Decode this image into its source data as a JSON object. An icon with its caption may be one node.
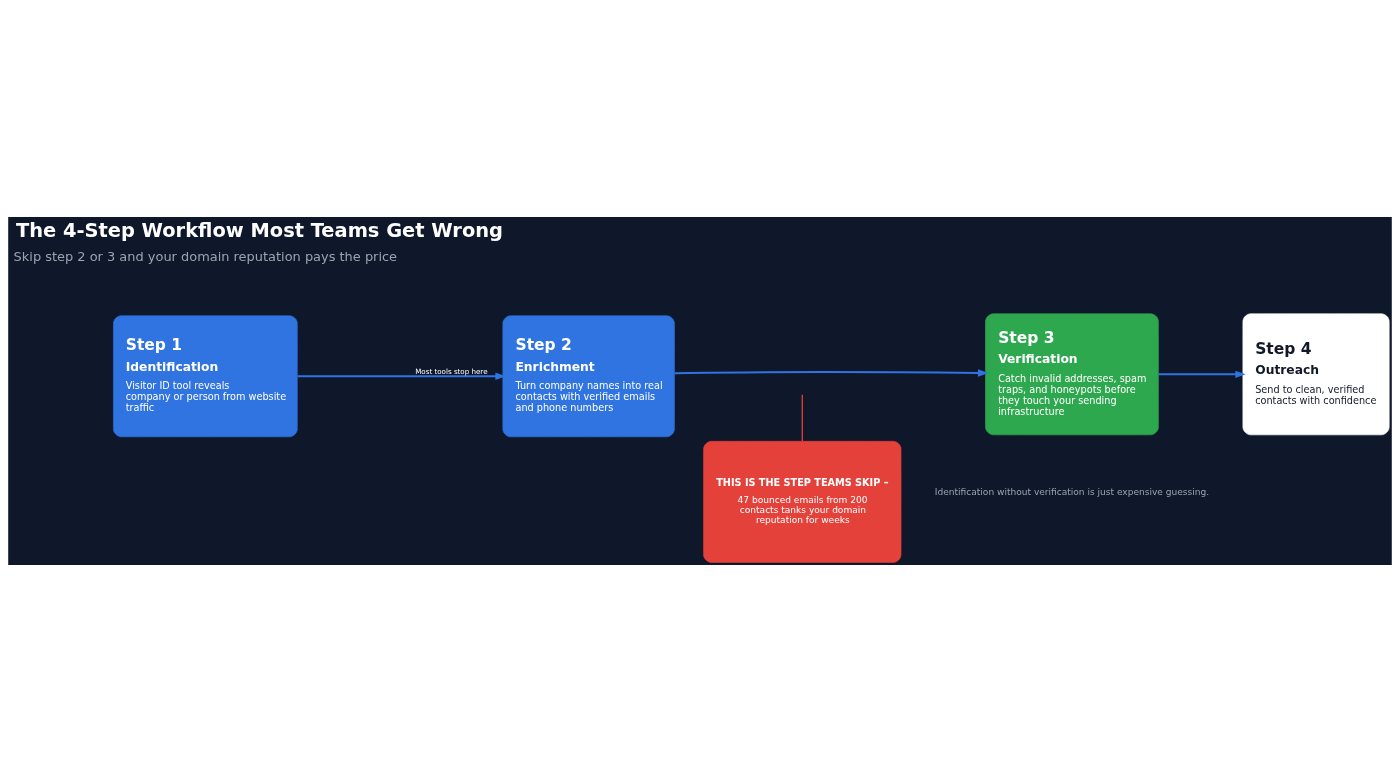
{
  "diagram": {
    "title": "The 4-Step Workflow Most Teams Get Wrong",
    "caption": "Identification without verification is just expensive guessing.",
    "nodes": [
      {
        "text": [
          "Step 1",
          "Identification",
          "Visitor ID tool reveals company or person from website traffic"
        ]
      },
      {
        "text": [
          "Step 2",
          "Enrichment",
          "Turn company names into real contacts with verified emails and phone numbers"
        ]
      },
      {
        "text": [
          "Step 3",
          "Verification",
          "Catch invalid addresses, spam traps, and honeypots before they touch your sending infrastructure"
        ]
      },
      {
        "text": [
          "Step 4",
          "Outreach",
          "Send to clean, verified contacts with confidence"
        ]
      },
      {
        "text": [
          "THIS IS THE STEP TEAMS SKIP –",
          "47 bounced emails from 200 contacts tanks your domain reputation for weeks"
        ]
      }
    ],
    "edges": [
      {
        "from": 0,
        "to": 1,
        "arrow": "to",
        "label": "Most tools stop here"
      },
      {
        "from": 1,
        "to": 2,
        "arrow": "to"
      },
      {
        "from": 2,
        "to": 3,
        "arrow": "to"
      },
      {
        "from": 4,
        "to": null,
        "arrow": "none",
        "color": "#e5413b"
      }
    ],
    "labels": [
      "Skip step 2 or 3 and your domain reputation pays the price"
    ]
  }
}
